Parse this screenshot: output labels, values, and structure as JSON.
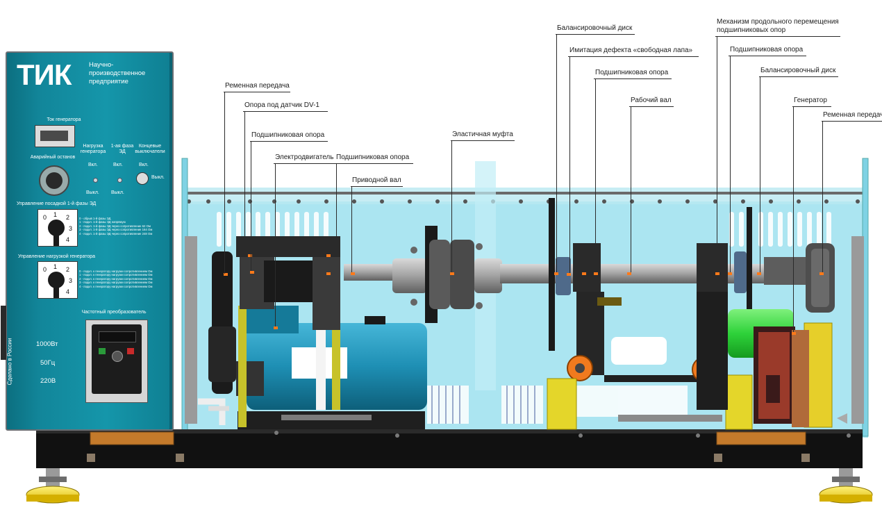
{
  "cabinet": {
    "logo": "ТИК",
    "company": "Научно-\nпроизводственное\nпредприятие",
    "generator_current": "Ток генератора",
    "generator_load": "Нагрузка\nгенератора",
    "phase1": "1-ая фаза\nЭД",
    "limit_switches": "Концевые\nвыключатели",
    "emergency_stop": "Аварийный останов",
    "on1": "Вкл.",
    "on2": "Вкл.",
    "on3": "Вкл.",
    "off1": "Выкл.",
    "off2": "Выкл.",
    "off3": "Выкл.",
    "phase_control": "Управление посадкой 1-й фазы ЭД",
    "phase_legend": "0 - обрыв 1-й фазы ЭД\n1 - подкл. 1-й фазы ЭД напрямую\n2 - подкл. 1-й фазы ЭД через сопротивление 62 Ом\n3 - подкл. 1-й фазы ЭД через сопротивление 164 Ом\n4 - подкл. 1-й фазы ЭД через сопротивление 248 Ом",
    "gen_control": "Управление нагрузкой генератора",
    "gen_legend": "0 - подкл. к генератору нагрузки сопротивлением Ом\n1 - подкл. к генератору нагрузки сопротивлением Ом\n2 - подкл. к генератору нагрузки сопротивлением Ом\n3 - подкл. к генератору нагрузки сопротивлением Ом\n4 - подкл. к генератору нагрузки сопротивлением Ом",
    "switch_digits": [
      "0",
      "1",
      "2",
      "3",
      "4"
    ],
    "freq_converter": "Частотный преобразователь",
    "power": "1000Вт",
    "frequency": "50Гц",
    "voltage": "220В",
    "made_in": "Сделано в России"
  },
  "labels": {
    "belt_left": "Ременная передача",
    "dv1_support": "Опора под датчик DV-1",
    "bearing_support_1": "Подшипниковая опора",
    "motor": "Электродвигатель",
    "bearing_support_2": "Подшипниковая опора",
    "drive_shaft": "Приводной вал",
    "coupling": "Эластичная муфта",
    "balancing_disk_1": "Балансировочный диск",
    "soft_foot": "Имитация дефекта «свободная лапа»",
    "bearing_support_3": "Подшипниковая опора",
    "work_shaft": "Рабочий вал",
    "bearing_move": "Механизм продольного перемещения\nподшипниковых опор",
    "bearing_support_4": "Подшипниковая опора",
    "balancing_disk_2": "Балансировочный диск",
    "generator": "Генератор",
    "belt_right": "Ременная передача"
  },
  "colors": {
    "cabinet": "#1596aa",
    "guard": "#8fdcec",
    "motor": "#1e8fb4",
    "generator": "#2ed23a",
    "frame": "#111111",
    "feet": "#f2d21a",
    "marker": "#ff7a1a"
  }
}
